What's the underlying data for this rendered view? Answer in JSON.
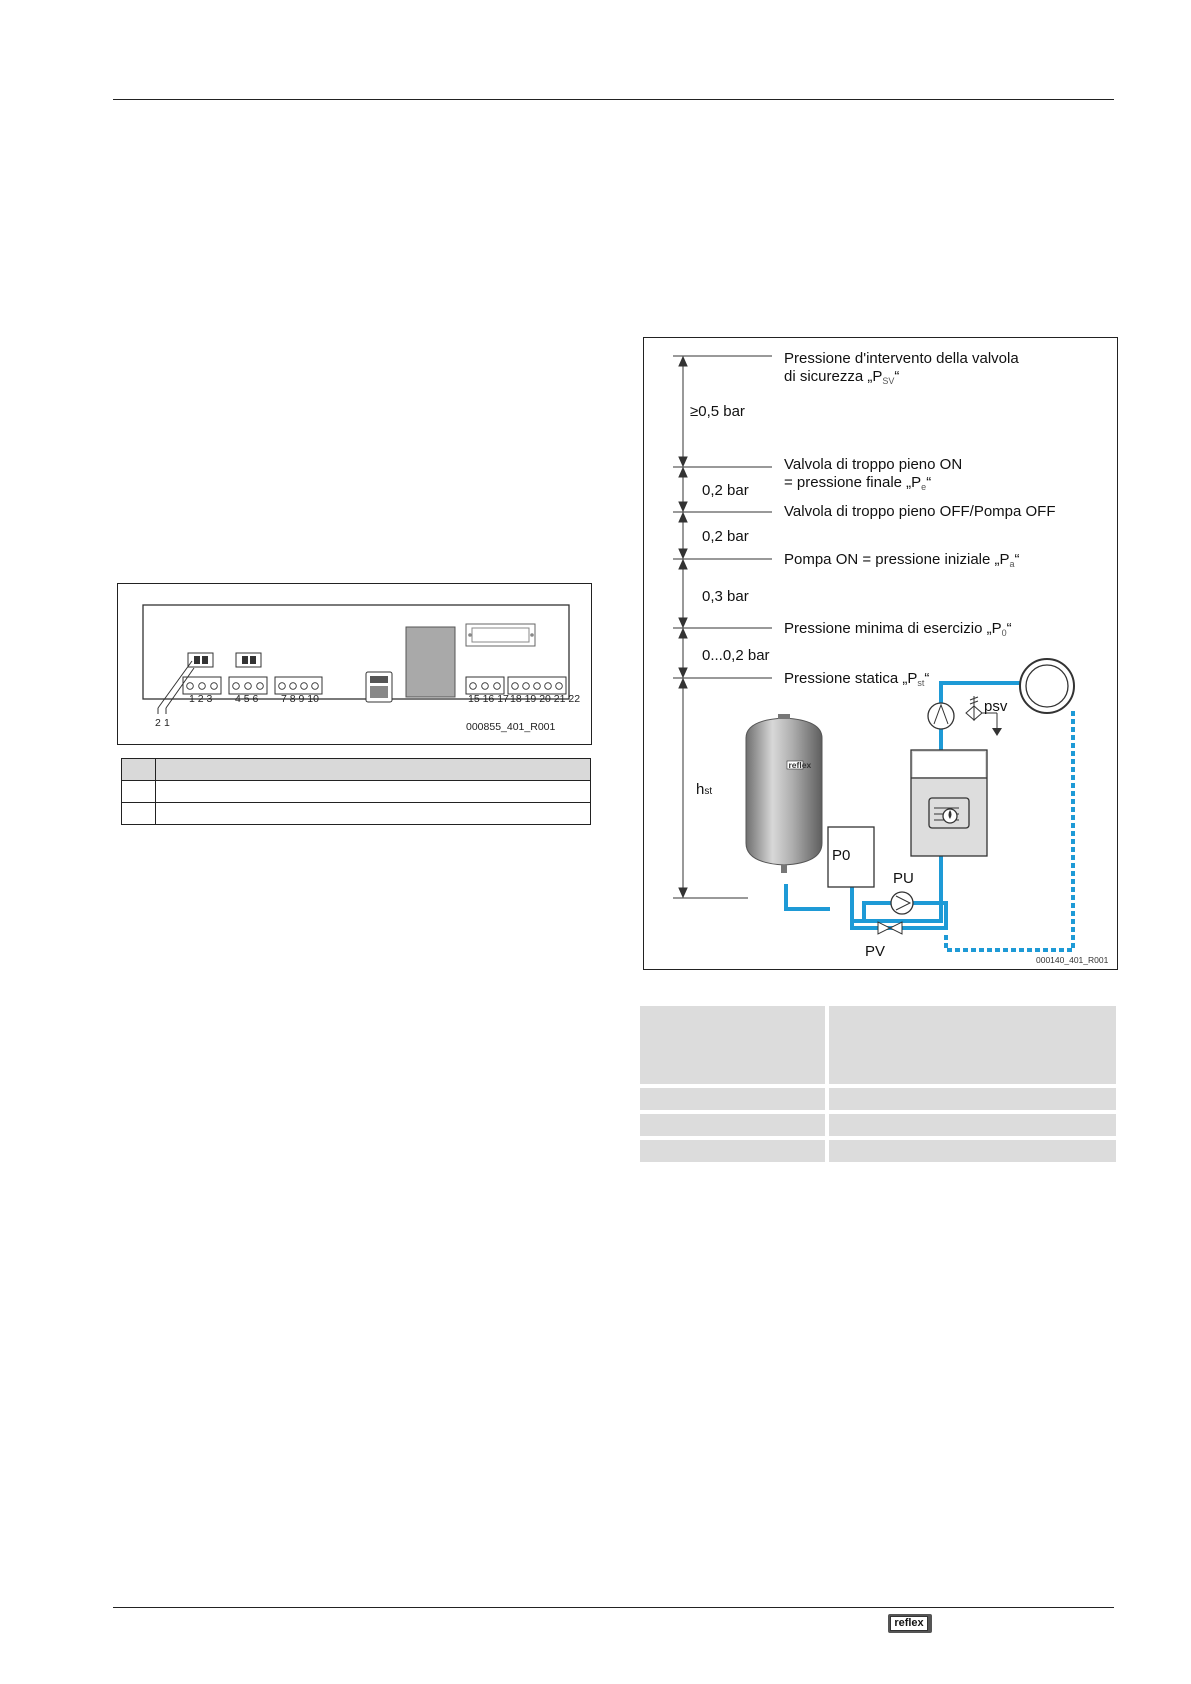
{
  "board_figure": {
    "terminal_labels": [
      "1 2 3",
      "4 5 6",
      "7 8 9 10",
      "15 16 17",
      "18 19 20 21 22"
    ],
    "callouts": [
      "2",
      "1"
    ],
    "figure_code": "000855_401_R001"
  },
  "pressure_figure": {
    "levels": [
      {
        "label_line1": "Pressione d'intervento della valvola",
        "label_line2_prefix": "di sicurezza „P",
        "sub": "SV",
        "suffix": "“"
      },
      {
        "label_line1": "Valvola di troppo pieno ON",
        "label_line2_prefix": "= pressione finale „P",
        "sub": "e",
        "suffix": "“"
      },
      {
        "label_line1": "Valvola di troppo pieno OFF/Pompa OFF"
      },
      {
        "prefix": "Pompa ON = pressione iniziale „P",
        "sub": "a",
        "suffix": "“"
      },
      {
        "prefix": "Pressione minima di esercizio „P",
        "sub": "0",
        "suffix": "“"
      },
      {
        "prefix": "Pressione statica „P",
        "sub": "st",
        "suffix": "“"
      }
    ],
    "intervals": [
      "≥0,5 bar",
      "0,2 bar",
      "0,2 bar",
      "0,3 bar",
      "0...0,2 bar"
    ],
    "hst_main": "h",
    "hst_sub": "st",
    "components": {
      "p0": "P0",
      "pu": "PU",
      "pv": "PV",
      "psv": "psv",
      "tank_logo": "reflex"
    },
    "figure_code": "000140_401_R001"
  },
  "footer": {
    "logo_text": "reflex"
  },
  "colors": {
    "pipe": "#1e9ad6",
    "tank": "#9c9c9c",
    "table_header": "#d9d9d9"
  }
}
